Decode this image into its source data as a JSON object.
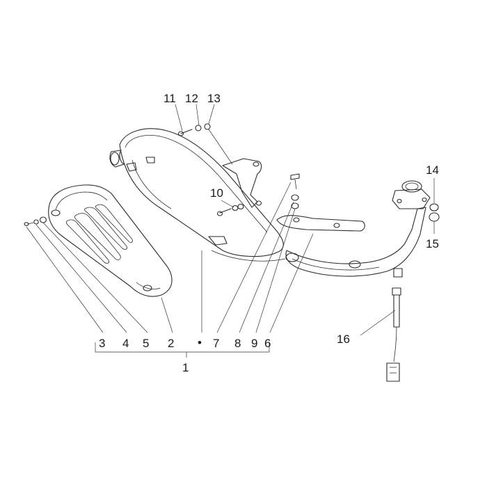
{
  "diagram": {
    "labels": {
      "n1": "1",
      "n2": "2",
      "n3": "3",
      "n4": "4",
      "n5": "5",
      "n6": "6",
      "n7": "7",
      "n8": "8",
      "n9": "9",
      "n10": "10",
      "n11": "11",
      "n12": "12",
      "n13": "13",
      "n14": "14",
      "n15": "15",
      "n16": "16"
    },
    "bracket_marker": "•"
  }
}
